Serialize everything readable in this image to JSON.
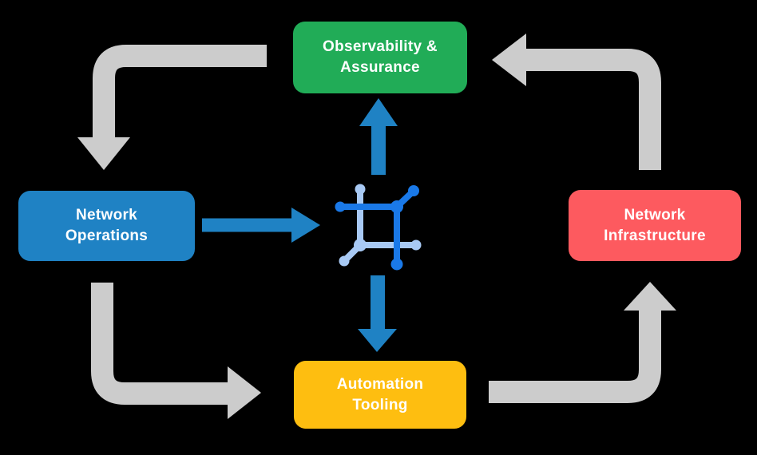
{
  "diagram": {
    "title": "network-automation-cycle",
    "background": "#000000",
    "boxes": {
      "observability": {
        "line1": "Observability &",
        "line2": "Assurance",
        "color": "#21AC57"
      },
      "operations": {
        "line1": "Network",
        "line2": "Operations",
        "color": "#1F82C4"
      },
      "infrastructure": {
        "line1": "Network",
        "line2": "Infrastructure",
        "color": "#FD5A5F"
      },
      "automation": {
        "line1": "Automation",
        "line2": "Tooling",
        "color": "#FEBE10"
      }
    },
    "colors": {
      "arrow_gray": "#CCCCCC",
      "arrow_blue": "#1F82C4",
      "icon_dark": "#1A79E8",
      "icon_light": "#A8C9F4",
      "text": "#FFFFFF"
    },
    "icons": {
      "center": "network-mesh-icon"
    }
  }
}
